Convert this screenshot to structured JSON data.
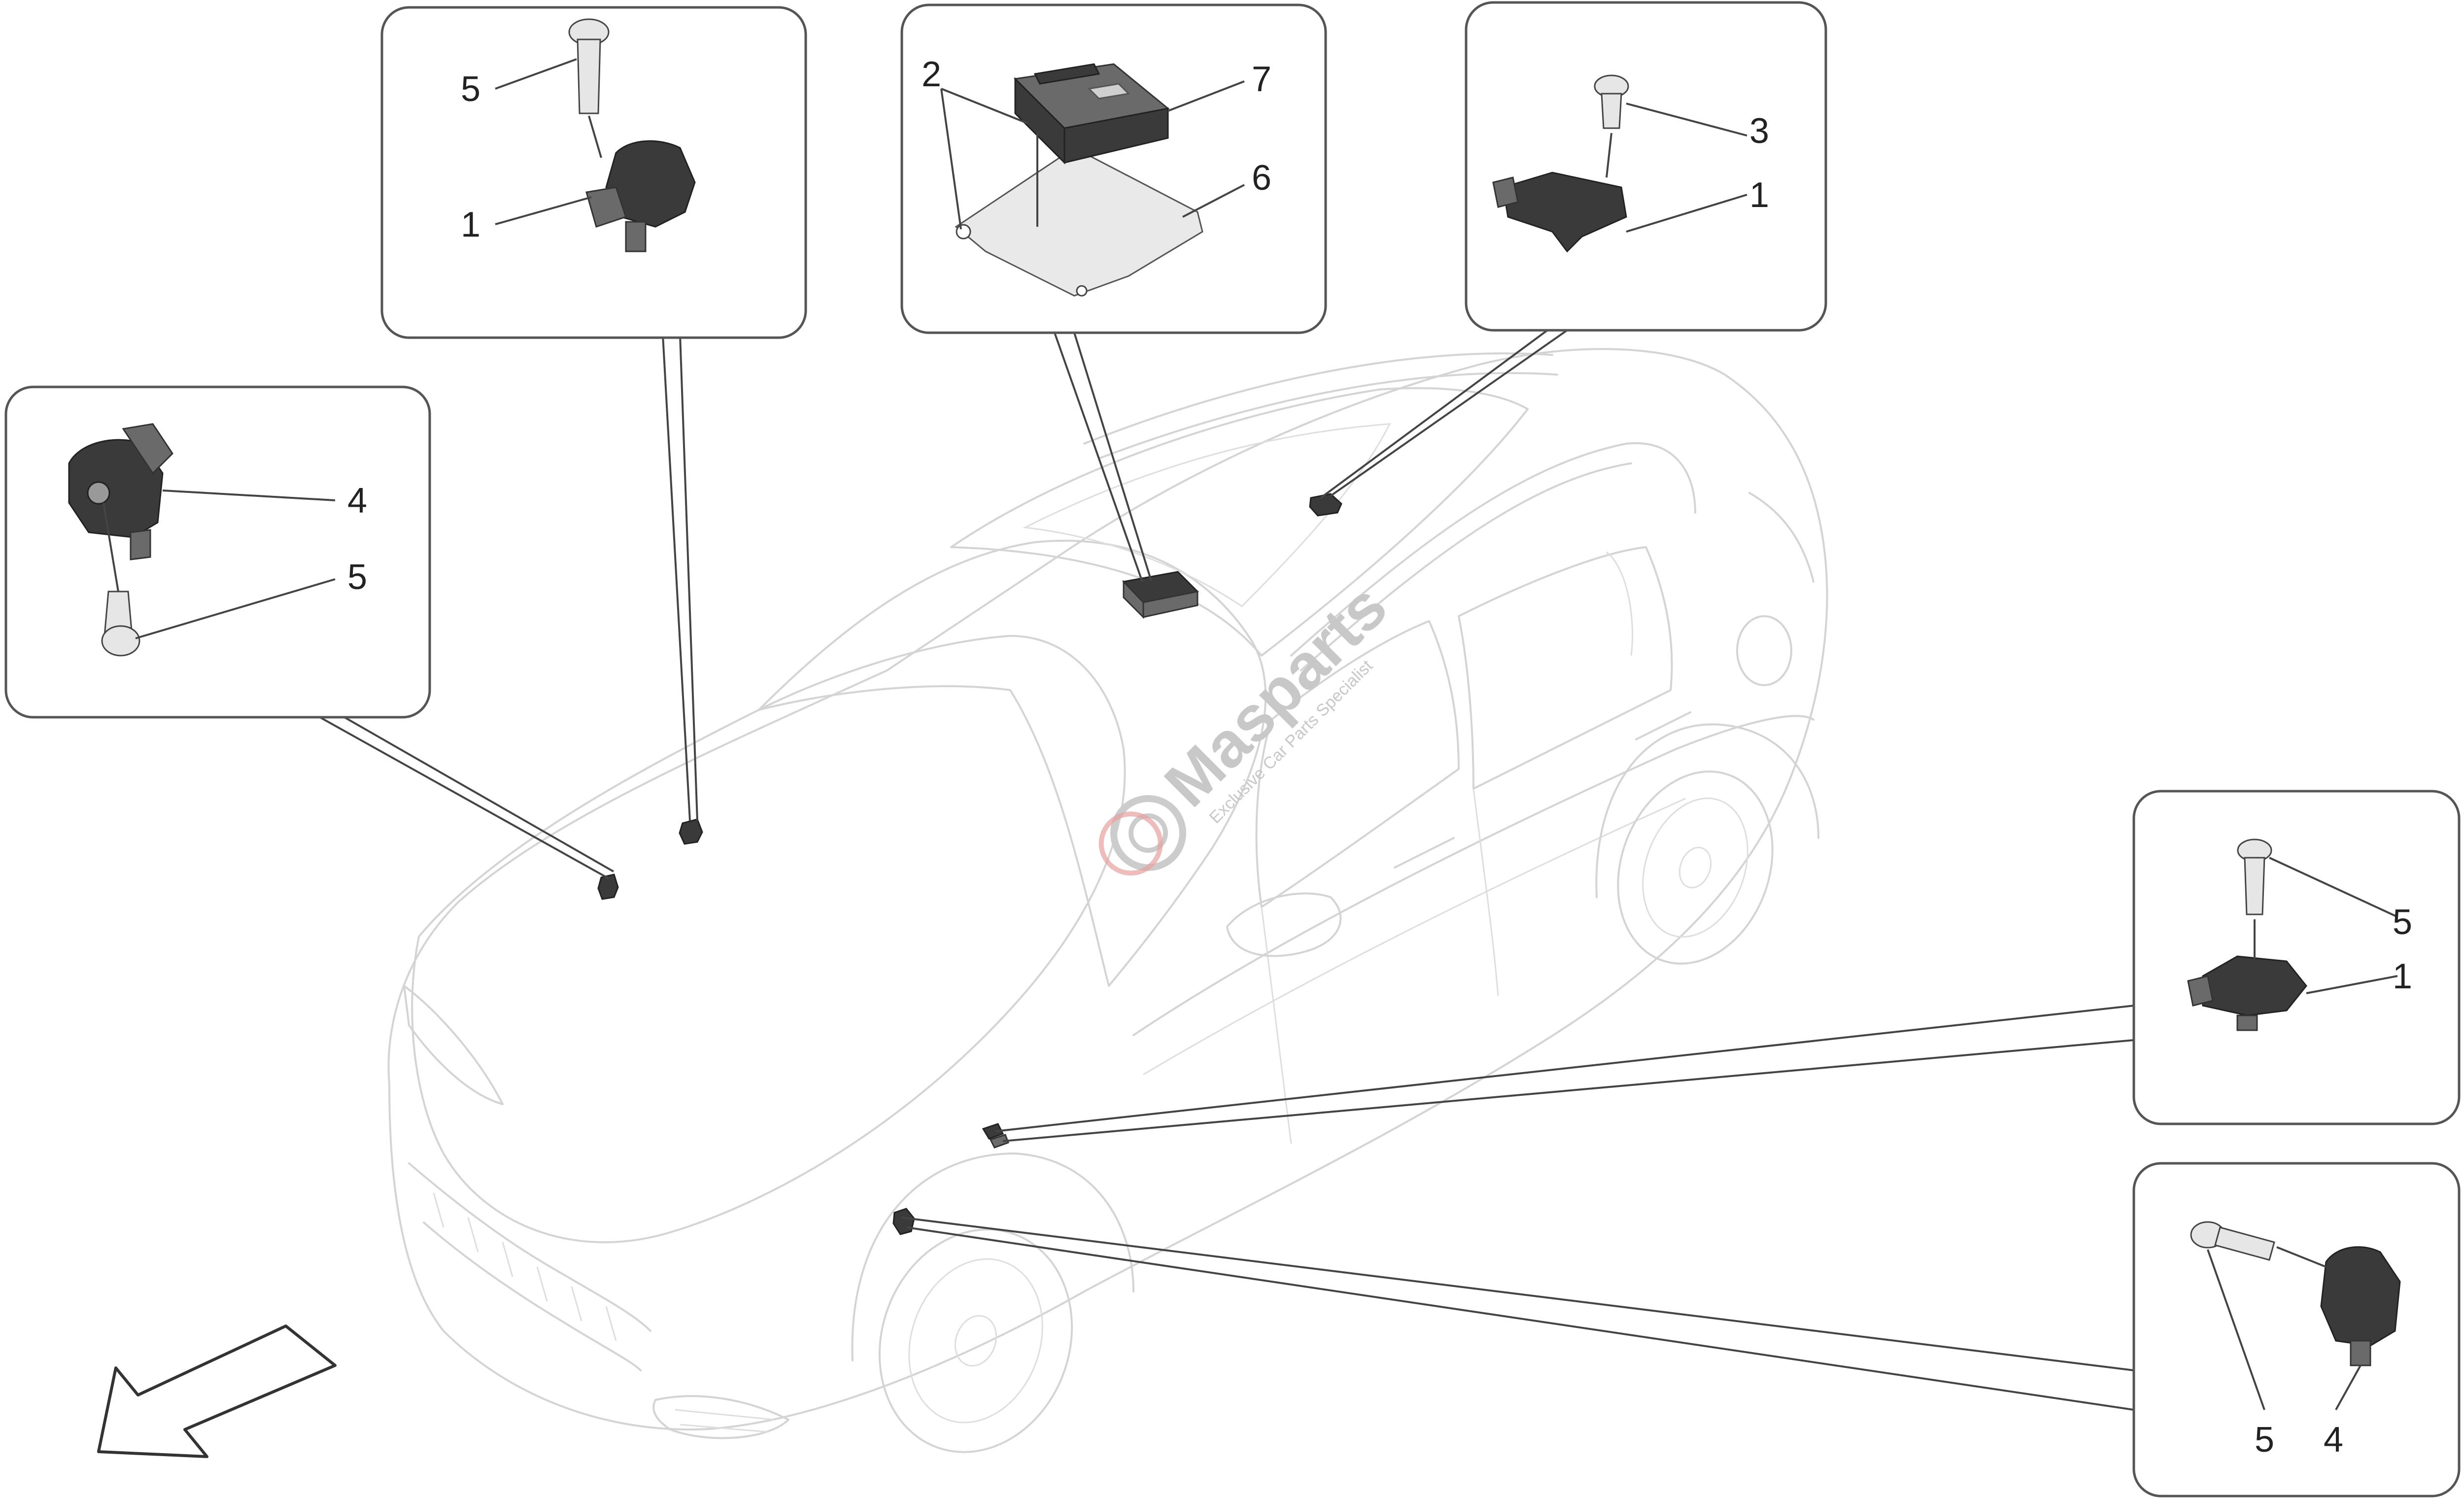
{
  "callouts": {
    "box_front_left": {
      "labels": [
        "4",
        "5"
      ]
    },
    "box_top_left": {
      "labels": [
        "5",
        "1"
      ]
    },
    "box_control_unit": {
      "labels": [
        "2",
        "7",
        "6"
      ]
    },
    "box_roof": {
      "labels": [
        "3",
        "1"
      ]
    },
    "box_right_upper": {
      "labels": [
        "5",
        "1"
      ]
    },
    "box_right_lower": {
      "labels": [
        "5",
        "4"
      ]
    }
  },
  "watermark": {
    "brand": "Masparts",
    "tagline": "Exclusive Car Parts Specialist"
  },
  "icons": {
    "direction_arrow": "front-direction-arrow-icon",
    "watermark_logo": "gear-logo-icon"
  },
  "colors": {
    "line": "#555555",
    "car_outline": "#d4d4d4",
    "watermark": "#c8c8c8",
    "watermark_accent": "#e8a0a0"
  }
}
